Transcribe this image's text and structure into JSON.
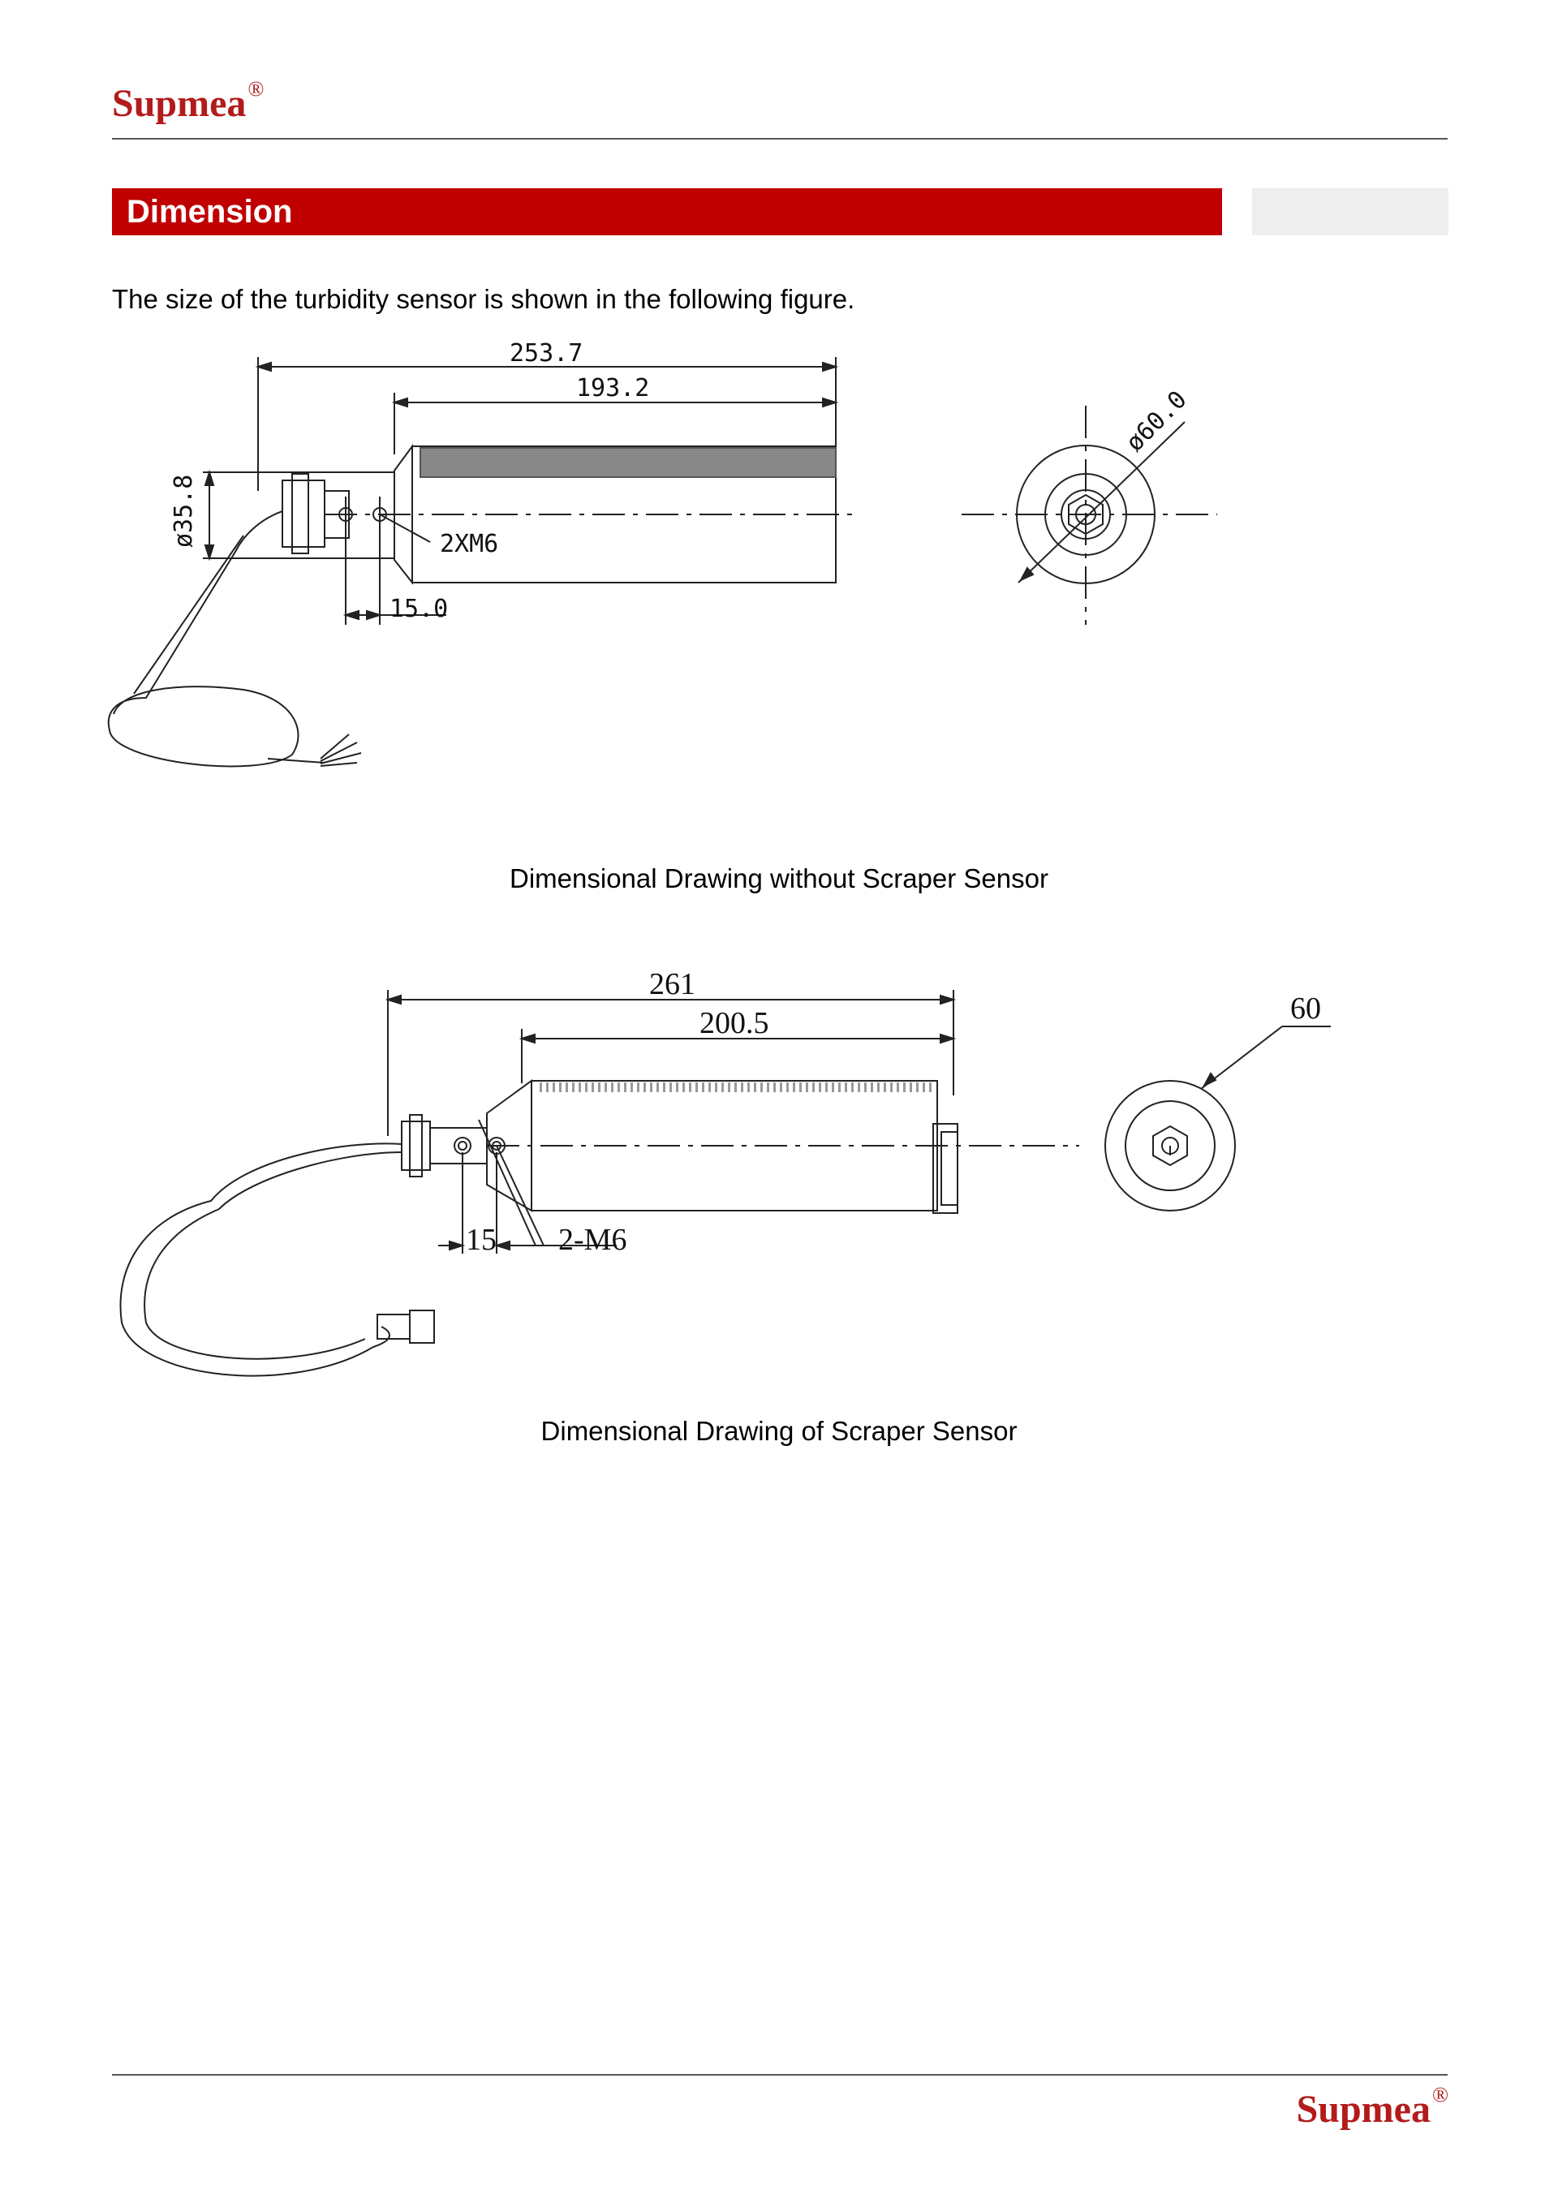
{
  "header": {
    "logo_text": "Supmea",
    "logo_mark": "®"
  },
  "section": {
    "title": "Dimension"
  },
  "intro_text": "The size of the turbidity sensor is shown in the following figure.",
  "drawing_without_scraper": {
    "caption": "Dimensional Drawing without Scraper Sensor",
    "labels": {
      "overall_length": "253.7",
      "body_length": "193.2",
      "diameter_small": "ø35.8",
      "thread": "2XM6",
      "offset": "15.0",
      "diameter_end": "ø60.0"
    }
  },
  "drawing_with_scraper": {
    "caption": "Dimensional Drawing of Scraper Sensor",
    "labels": {
      "overall_length": "261",
      "body_length": "200.5",
      "offset": "15",
      "thread": "2-M6",
      "diameter_end": "60"
    }
  },
  "footer": {
    "logo_text": "Supmea",
    "logo_mark": "®"
  },
  "colors": {
    "brand_red": "#b31b1b",
    "bar_red": "#c00000"
  }
}
